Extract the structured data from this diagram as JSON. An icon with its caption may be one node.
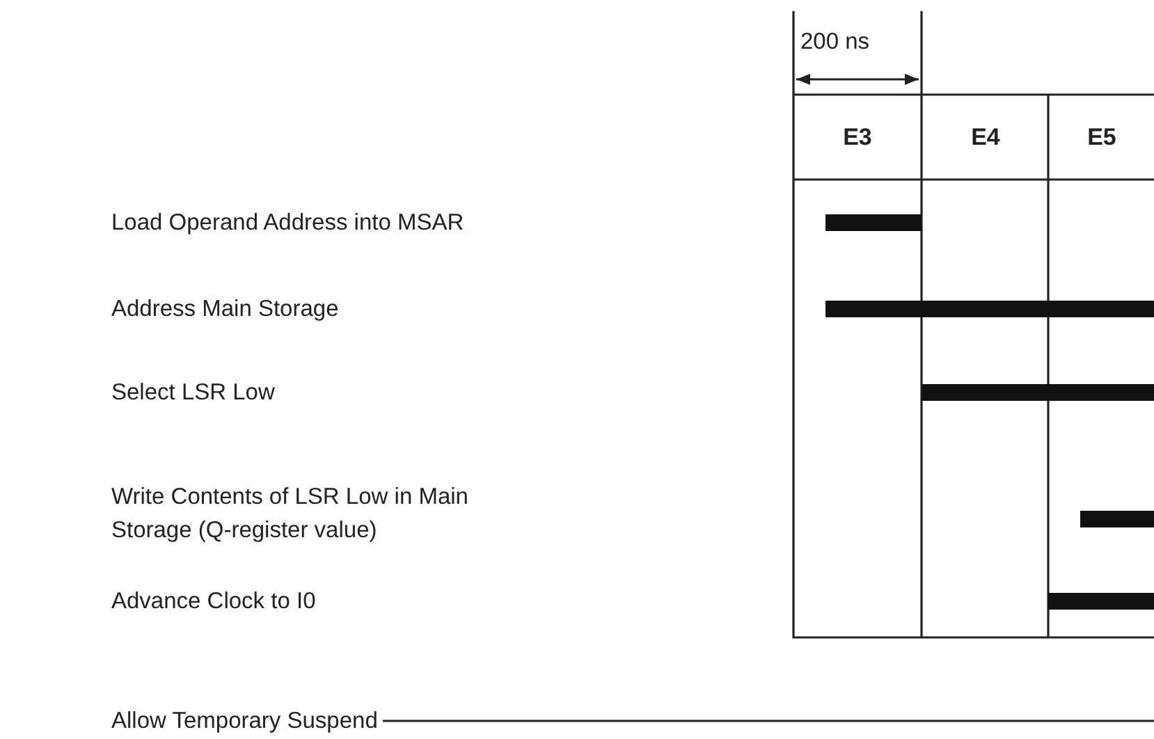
{
  "diagram": {
    "labels": [
      "200 ns",
      "E3",
      "E4",
      "E5",
      "Load Operand Address into MSAR",
      "Address Main Storage",
      "Select LSR Low",
      "Write Contents of LSR Low in Main Storage (Q-register value)",
      "Advance Clock to I0",
      "Allow Temporary Suspend"
    ]
  }
}
